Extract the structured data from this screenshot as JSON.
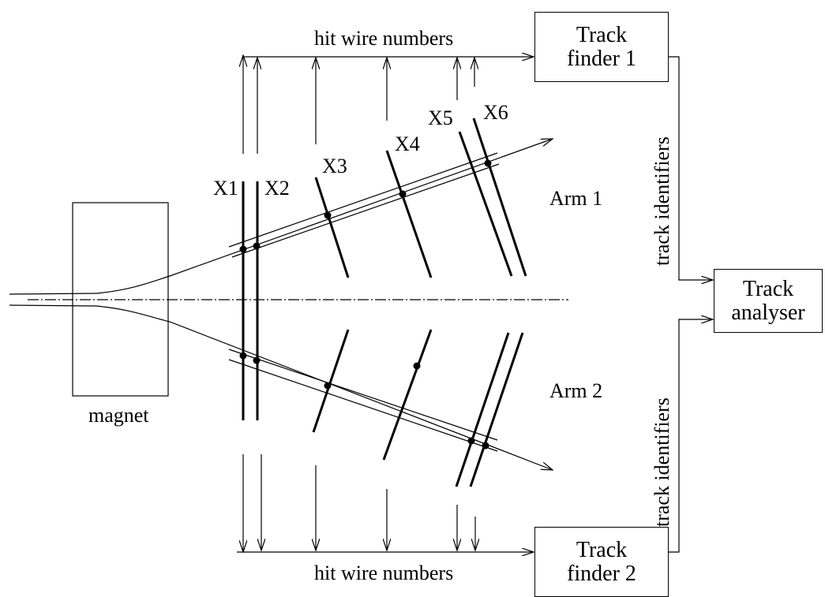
{
  "labels": {
    "hit_wire_top": "hit wire numbers",
    "hit_wire_bottom": "hit wire numbers",
    "magnet": "magnet",
    "arm1": "Arm 1",
    "arm2": "Arm 2",
    "track_identifiers_top": "track identifiers",
    "track_identifiers_bottom": "track identifiers"
  },
  "chambers": {
    "x1": "X1",
    "x2": "X2",
    "x3": "X3",
    "x4": "X4",
    "x5": "X5",
    "x6": "X6"
  },
  "boxes": {
    "track_finder_1": {
      "line1": "Track",
      "line2": "finder 1"
    },
    "track_finder_2": {
      "line1": "Track",
      "line2": "finder 2"
    },
    "track_analyser": {
      "line1": "Track",
      "line2": "analyser"
    }
  }
}
